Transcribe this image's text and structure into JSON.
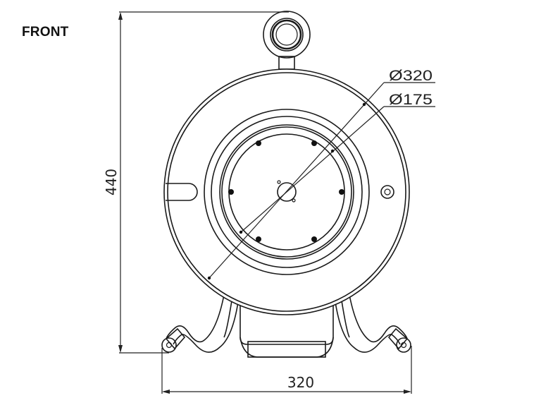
{
  "drawing": {
    "view_label": "FRONT",
    "dimensions": {
      "height": "440",
      "width": "320",
      "outer_diameter": "Ø320",
      "inner_diameter": "Ø175"
    }
  },
  "colors": {
    "line": "#1a1a1a",
    "background": "#ffffff"
  }
}
